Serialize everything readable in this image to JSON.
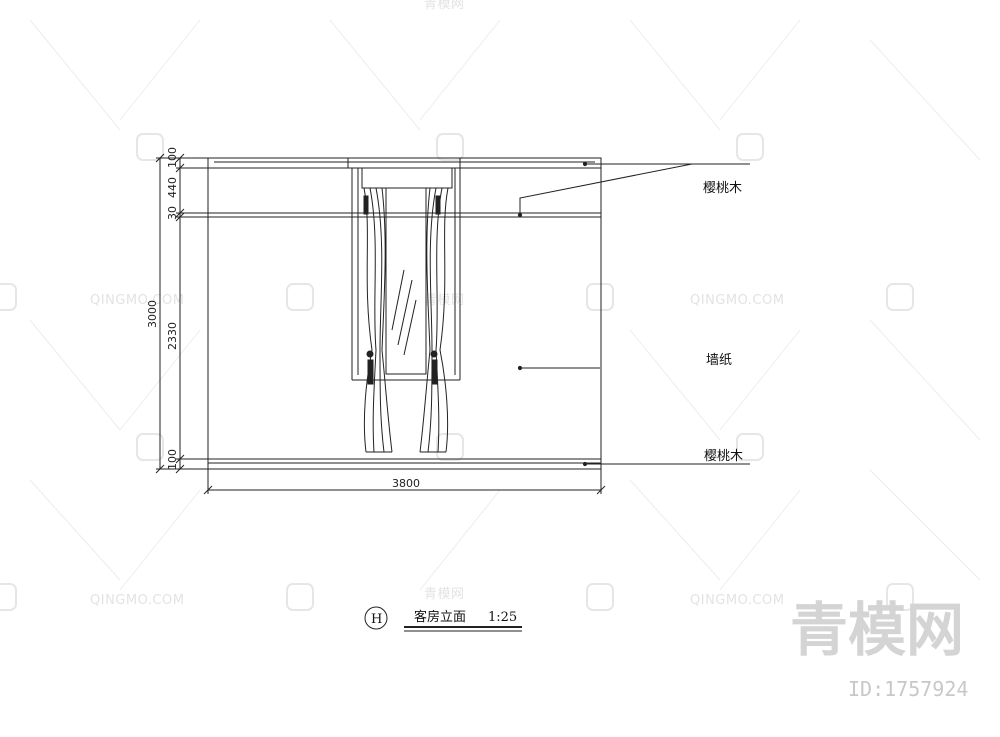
{
  "drawing": {
    "dimensions": {
      "top_band": "100",
      "cornice": "440",
      "strip": "30",
      "wall": "2330",
      "base": "100",
      "total_height": "3000",
      "width": "3800"
    },
    "callouts": {
      "cherry_top": "樱桃木",
      "wallpaper": "墙纸",
      "cherry_bottom": "樱桃木"
    },
    "title": {
      "symbol": "H",
      "name": "客房立面",
      "scale": "1:25"
    }
  },
  "watermark": {
    "text": "QINGMO.COM",
    "text_cn": "青模网",
    "brand": "青模网",
    "id": "ID:1757924"
  },
  "colors": {
    "line": "#222222",
    "watermark": "#e3e3e3"
  }
}
